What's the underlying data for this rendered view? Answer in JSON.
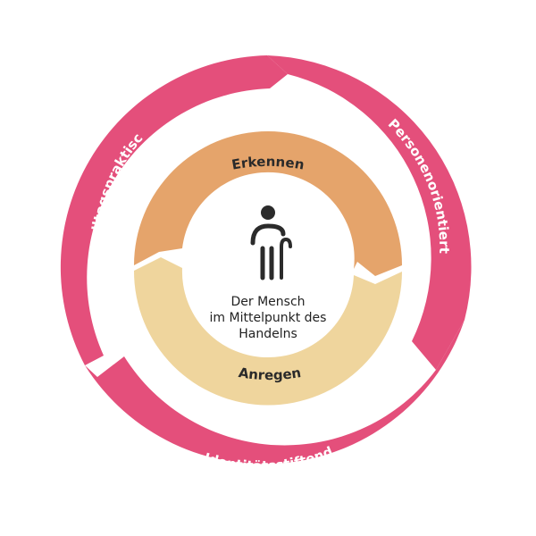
{
  "diagram": {
    "center": {
      "lines": [
        "Der Mensch",
        "im Mittelpunkt des",
        "Handelns"
      ],
      "icon": "elderly-person-with-cane-icon"
    },
    "inner_ring": {
      "top_label": "Erkennen",
      "bottom_label": "Anregen"
    },
    "outer_ring": {
      "left_label": "Alltagspraktisch",
      "right_label": "Personenorientiert",
      "bottom_label": "Identitätsstiftend"
    },
    "colors": {
      "outer": "#e44f7b",
      "inner_top": "#e5a46b",
      "inner_bottom": "#efd59d",
      "icon": "#2b2b2b"
    }
  }
}
